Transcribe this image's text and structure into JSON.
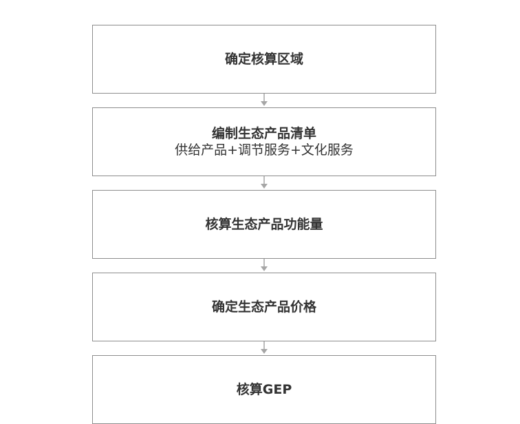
{
  "steps": [
    {
      "title": "确定核算区域",
      "subtitle": ""
    },
    {
      "title": "编制生态产品清单",
      "subtitle": "供给产品+调节服务+文化服务"
    },
    {
      "title": "核算生态产品功能量",
      "subtitle": ""
    },
    {
      "title": "确定生态产品价格",
      "subtitle": ""
    },
    {
      "title": "核算GEP",
      "subtitle": ""
    }
  ],
  "colors": {
    "box_border": "#8c8c8c",
    "arrow": "#a6a6a6",
    "text": "#333333",
    "background": "#ffffff"
  }
}
